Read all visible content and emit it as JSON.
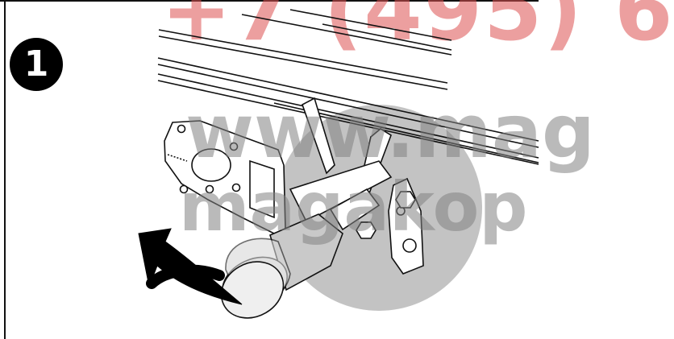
{
  "step": {
    "number": "1"
  },
  "watermark": {
    "phone": "+7 (495) 6",
    "site_line1": "www.mag",
    "site_line2": "magakop"
  },
  "colors": {
    "ink": "#111111",
    "badge_bg": "#000000",
    "watermark_red": "#dc5050",
    "watermark_gray": "#828282",
    "shadow_circle": "#b5b5b5",
    "cap_fill": "#eeeeee"
  }
}
